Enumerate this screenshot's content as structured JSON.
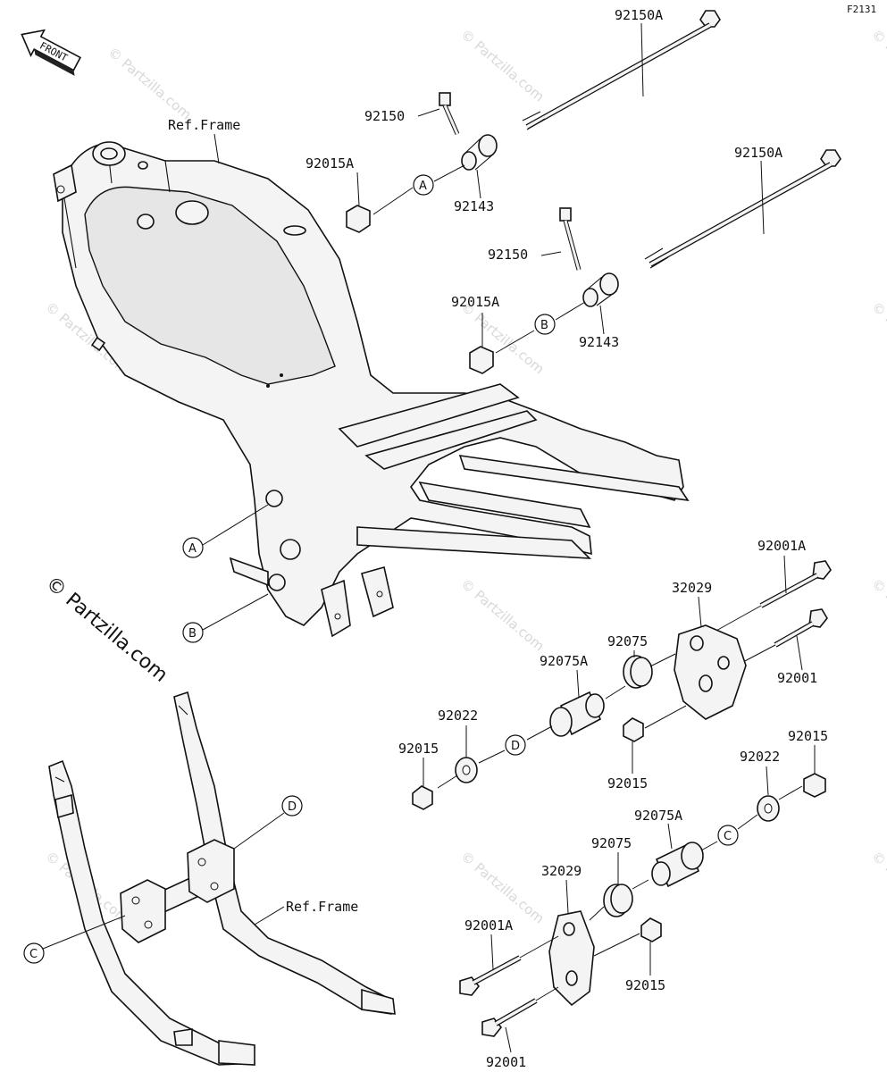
{
  "figure_code": "F2131",
  "front_label": "FRONT",
  "watermark_text": "© Partzilla.com",
  "callout_letters": {
    "a": "A",
    "b": "B",
    "c": "C",
    "d": "D"
  },
  "frame_labels": {
    "top": "Ref.Frame",
    "bottom": "Ref.Frame"
  },
  "parts": {
    "bolt_long_1": "92150A",
    "bolt_long_2": "92150A",
    "bolt_short_1": "92150",
    "bolt_short_2": "92150",
    "collar_1": "92143",
    "collar_2": "92143",
    "nut_1": "92015A",
    "nut_2": "92015A",
    "bolt_upper_1": "92001A",
    "bracket_upper": "32029",
    "bolt_upper_2": "92001",
    "damper_upper": "92075",
    "bushing_upper": "92075A",
    "washer_upper": "92022",
    "nut_upper_left": "92015",
    "nut_upper_mid": "92015",
    "nut_lower_right": "92015",
    "washer_lower": "92022",
    "bushing_lower": "92075A",
    "damper_lower": "92075",
    "bracket_lower": "32029",
    "bolt_lower_1": "92001A",
    "nut_lower_mid": "92015",
    "bolt_lower_2": "92001"
  }
}
